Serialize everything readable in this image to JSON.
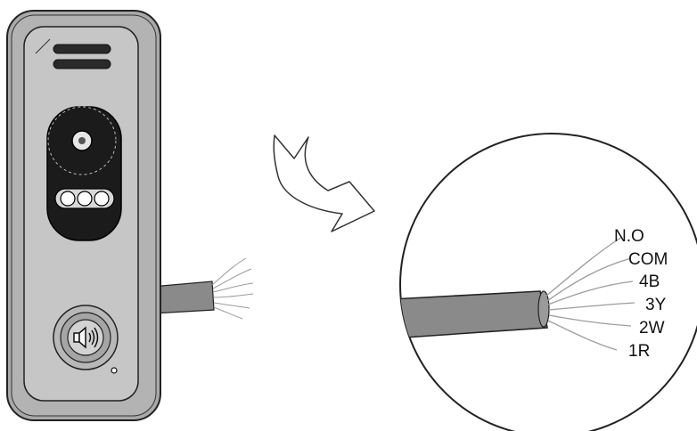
{
  "wire_labels": [
    "N.O",
    "COM",
    "4B",
    "3Y",
    "2W",
    "1R"
  ],
  "colors": {
    "panel_body": "#a9a9a9",
    "panel_face": "#c6c6c6",
    "camera_window": "#1b1b1b",
    "cable": "#8a8a8a",
    "outline": "#222222"
  },
  "icons": {
    "call_button": "speaker-icon",
    "arrow": "curved-arrow-icon"
  }
}
